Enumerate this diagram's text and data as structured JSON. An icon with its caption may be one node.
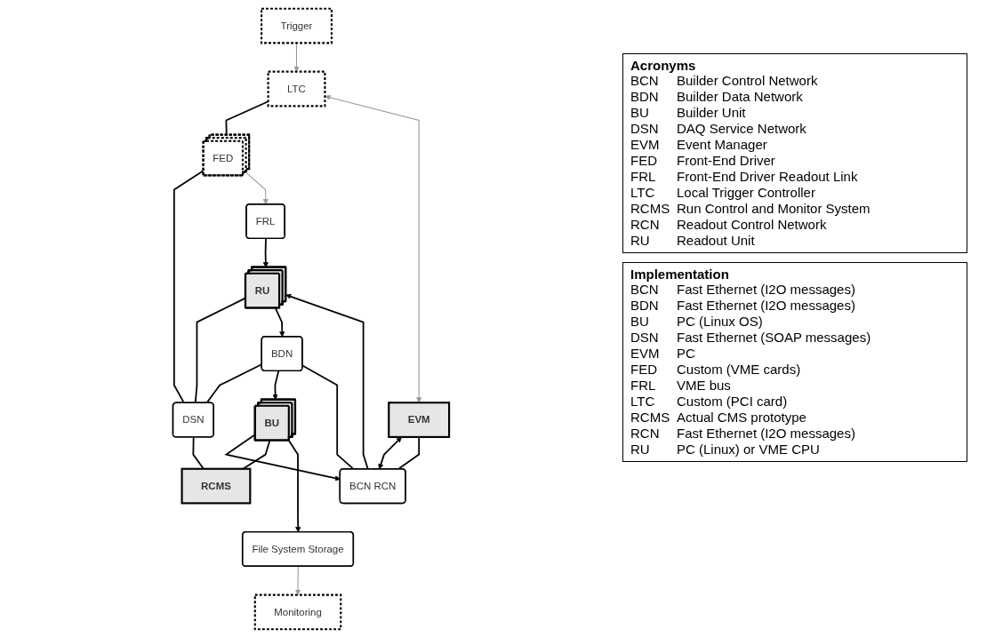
{
  "diagram": {
    "nodes": [
      {
        "text": [
          "Trigger"
        ]
      },
      {
        "text": [
          "LTC"
        ]
      },
      {
        "text": [
          "FED"
        ]
      },
      {
        "text": [
          "FRL"
        ]
      },
      {
        "text": [
          "DSN"
        ]
      },
      {
        "text": [
          "RU"
        ]
      },
      {
        "text": [
          "BCN RCN"
        ]
      },
      {
        "text": [
          "EVM"
        ]
      },
      {
        "text": [
          "BDN"
        ]
      },
      {
        "text": [
          "BU"
        ]
      },
      {
        "text": [
          "RCMS"
        ]
      },
      {
        "text": [
          "File System Storage"
        ]
      },
      {
        "text": [
          "Monitoring"
        ]
      }
    ],
    "edges": [
      {
        "from": 0,
        "to": 1,
        "arrow": "to",
        "color": "#999999"
      },
      {
        "from": 1,
        "to": 2,
        "arrow": "none"
      },
      {
        "from": 2,
        "to": 4,
        "arrow": "none"
      },
      {
        "from": 4,
        "to": 10,
        "arrow": "none"
      },
      {
        "from": 2,
        "to": 3,
        "arrow": "to",
        "color": "#999999"
      },
      {
        "from": 1,
        "to": 7,
        "arrow": "both",
        "color": "#999999"
      },
      {
        "from": 3,
        "to": 5,
        "arrow": "to"
      },
      {
        "from": 6,
        "to": 5,
        "arrow": "to"
      },
      {
        "from": 5,
        "to": 4,
        "arrow": "none"
      },
      {
        "from": 7,
        "to": 6,
        "arrow": "both"
      },
      {
        "from": 7,
        "to": 6,
        "arrow": "none"
      },
      {
        "from": 6,
        "to": 8,
        "arrow": "none"
      },
      {
        "from": 8,
        "to": 4,
        "arrow": "none"
      },
      {
        "from": 5,
        "to": 8,
        "arrow": "to"
      },
      {
        "from": 8,
        "to": 9,
        "arrow": "to"
      },
      {
        "from": 9,
        "to": 6,
        "arrow": "to"
      },
      {
        "from": 9,
        "to": 10,
        "arrow": "none"
      },
      {
        "from": 9,
        "to": 11,
        "arrow": "to"
      },
      {
        "from": 11,
        "to": 12,
        "arrow": "to",
        "color": "#999999"
      }
    ],
    "labels": [
      "Acronyms",
      "BCN",
      "Builder Control Network",
      "BDN",
      "Builder Data Network",
      "BU",
      "Builder Unit",
      "DSN",
      "DAQ Service Network",
      "EVM",
      "Event Manager",
      "FED",
      "Front-End Driver",
      "FRL",
      "Front-End Driver Readout Link",
      "LTC",
      "Local Trigger Controller",
      "RCMS",
      "Run Control and Monitor System",
      "RCN",
      "Readout Control Network",
      "RU",
      "Readout Unit",
      "Implementation",
      "BCN",
      "Fast Ethernet (I2O messages)",
      "BDN",
      "Fast Ethernet (I2O messages)",
      "BU",
      "PC (Linux OS)",
      "DSN",
      "Fast Ethernet (SOAP messages)",
      "EVM",
      "PC",
      "FED",
      "Custom (VME cards)",
      "FRL",
      "VME bus",
      "LTC",
      "Custom (PCI card)",
      "RCMS",
      "Actual CMS prototype",
      "RCN",
      "Fast Ethernet (I2O messages)",
      "RU",
      "PC (Linux) or VME CPU"
    ]
  }
}
